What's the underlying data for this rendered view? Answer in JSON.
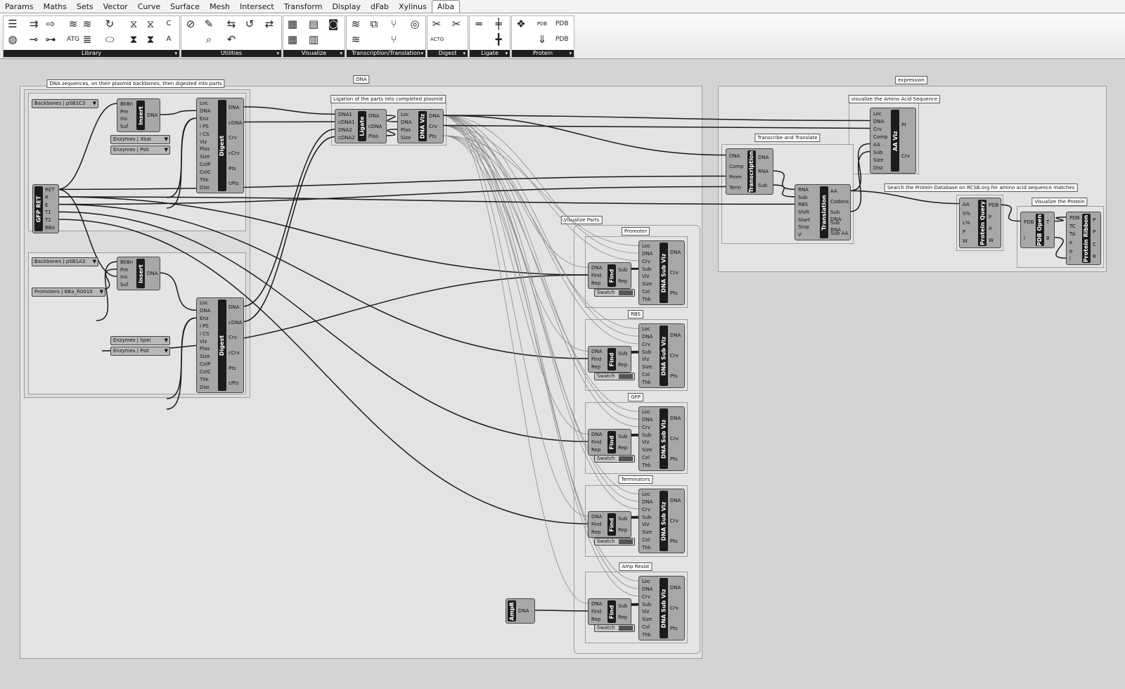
{
  "menu": {
    "tabs": [
      "Params",
      "Maths",
      "Sets",
      "Vector",
      "Curve",
      "Surface",
      "Mesh",
      "Intersect",
      "Transform",
      "Display",
      "dFab",
      "Xylinus",
      "Alba"
    ],
    "active": "Alba"
  },
  "ribbon": {
    "groups": [
      "Library",
      "Utilities",
      "Visualize",
      "Transcription/Translation",
      "Digest",
      "Ligate",
      "Protein"
    ],
    "icon_texts": {
      "atg": "ATG",
      "actg": "ACTG",
      "pdb1": "PDB",
      "pdb2": "PDB",
      "pdb3": "PDB",
      "c": "C",
      "a": "A"
    }
  },
  "groups": {
    "dna_parts": "DNA sequences, on their plasmid backbones, then digested into parts",
    "dna": "DNA",
    "ligation": "Ligation of the parts into completed plasmid",
    "visualize_parts": "Visualize Parts",
    "promoter": "Promoter",
    "rbs": "RBS",
    "gfp": "GFP",
    "terminators": "Terminators",
    "amp_resist": "Amp Resist",
    "expression": "expression",
    "aa_seq": "visualize the Amino Acid Sequence",
    "transcribe": "Transcribe and Translate",
    "protein_db": "Search the Protein Database on RCSB.org for amino acid sequence matches",
    "visualize_protein": "Visualize the Protein"
  },
  "params": {
    "backbones1": "Backbones | pSB1C3",
    "backbones2": "Backbones | pSB1A3",
    "promoters": "Promoters | BBa_R0010",
    "enz1": "Enzymes | XbaI",
    "enz2": "Enzymes | PstI",
    "enz3": "Enzymes | SpeI",
    "enz4": "Enzymes | PstI",
    "swatch": "Swatch"
  },
  "components": {
    "gfp_ret": {
      "name": "GFP RET",
      "outputs": [
        "RET",
        "R",
        "E",
        "T1",
        "T2",
        "BBa"
      ]
    },
    "insert": {
      "name": "Insert",
      "inputs": [
        "BkBn",
        "Pre",
        "Ins",
        "Suf"
      ],
      "outputs": [
        "DNA"
      ]
    },
    "digest": {
      "name": "Digest",
      "inputs": [
        "Loc",
        "DNA",
        "Enz",
        "i PS",
        "i CS",
        "Viz",
        "Plas",
        "Size",
        "ColP",
        "ColC",
        "Thk",
        "Dist"
      ],
      "outputs": [
        "DNA",
        "cDNA",
        "Crv",
        "cCrv",
        "Pts",
        "cPts"
      ]
    },
    "ligate": {
      "name": "Ligate",
      "inputs": [
        "DNA1",
        "cDNA1",
        "DNA2",
        "cDNA2"
      ],
      "outputs": [
        "DNA",
        "cDNA",
        "Plas"
      ]
    },
    "dnaviz": {
      "name": "DNA Viz",
      "inputs": [
        "Loc",
        "DNA",
        "Plas",
        "Size"
      ],
      "outputs": [
        "DNA",
        "Crv",
        "Pts"
      ]
    },
    "find": {
      "name": "Find",
      "inputs": [
        "DNA",
        "Find",
        "Rep"
      ],
      "outputs": [
        "Sub",
        "Rep"
      ]
    },
    "subviz": {
      "name": "DNA Sub Viz",
      "inputs": [
        "Loc",
        "DNA",
        "Crv",
        "Sub",
        "Viz",
        "Size",
        "Col",
        "Thk"
      ],
      "outputs": [
        "DNA",
        "Crv",
        "Pts"
      ]
    },
    "ampr": {
      "name": "AmpR",
      "outputs": [
        "DNA"
      ]
    },
    "transcription": {
      "name": "Transcription",
      "inputs": [
        "DNA",
        "Comp",
        "Prom",
        "Term"
      ],
      "outputs": [
        "DNA",
        "RNA",
        "Sub"
      ]
    },
    "translation": {
      "name": "Translation",
      "inputs": [
        "RNA",
        "Sub",
        "RBS",
        "Shift",
        "Start",
        "Stop",
        "V"
      ],
      "outputs": [
        "AA",
        "Codons",
        "Sub DNA",
        "Sub RNA",
        "Sub AA"
      ]
    },
    "aaviz": {
      "name": "AA Viz",
      "inputs": [
        "Loc",
        "DNA",
        "Crv",
        "Comp",
        "AA",
        "Sub",
        "Size",
        "Dist"
      ],
      "outputs": [
        "Pt",
        "Crv"
      ]
    },
    "protein_query": {
      "name": "Protein Query",
      "inputs": [
        "AA",
        "S%",
        "L%",
        "P",
        "W"
      ],
      "outputs": [
        "PDB",
        "P",
        "A",
        "W"
      ]
    },
    "pdb_open": {
      "name": "PDB Open",
      "inputs": [
        "PDB",
        "i"
      ],
      "outputs": [
        "T",
        "B"
      ]
    },
    "protein_ribbon": {
      "name": "Protein Ribbon",
      "inputs": [
        "PDB",
        "TC",
        "TA",
        "e",
        "p",
        "i"
      ],
      "outputs": [
        "P",
        "P",
        "C",
        "R"
      ]
    }
  }
}
